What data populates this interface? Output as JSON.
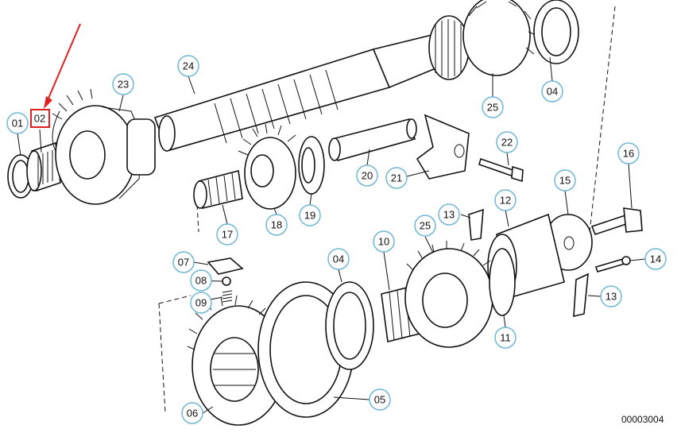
{
  "figure_code": "00003004",
  "highlight_color": "#e02020",
  "callout_color": "#6fb7d6",
  "callouts": {
    "p01": "01",
    "p02": "02",
    "p03": "23",
    "p24": "24",
    "p04a": "04",
    "p25a": "25",
    "p22": "22",
    "p16": "16",
    "p15": "15",
    "p12": "12",
    "p13a": "13",
    "p25b": "25",
    "p20": "20",
    "p21": "21",
    "p19": "19",
    "p18": "18",
    "p17": "17",
    "p10": "10",
    "p04b": "04",
    "p07": "07",
    "p08": "08",
    "p09": "09",
    "p14": "14",
    "p13b": "13",
    "p11": "11",
    "p05": "05",
    "p06": "06"
  }
}
